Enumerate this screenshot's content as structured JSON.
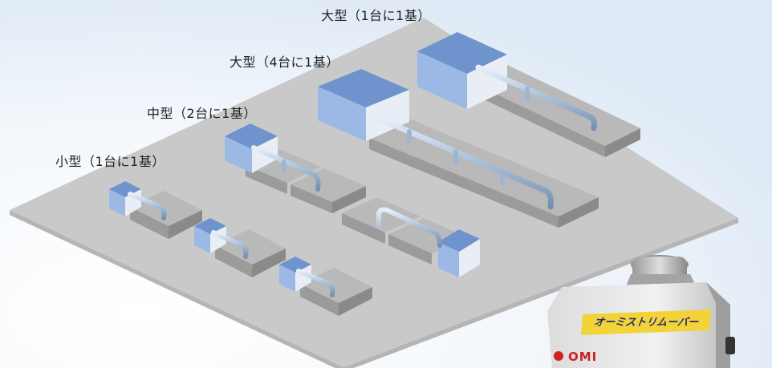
{
  "labels": {
    "large_1to1": "大型（1台に1基）",
    "large_4to1": "大型（4台に1基）",
    "medium_2to1": "中型（2台に1基）",
    "small_1to1": "小型（1台に1基）"
  },
  "product": {
    "sticker_text": "オーミストリムーバー",
    "brand": "OMI"
  },
  "colors": {
    "floor": "#c9c9c9",
    "machine_top": "#b9b9b9",
    "machine_side": "#8e8e8e",
    "unit_top": "#6f93cc",
    "unit_front": "#9bb9e4",
    "unit_side": "#e9eef6",
    "duct": "#a9c0da",
    "sticker": "#f2d43a"
  }
}
